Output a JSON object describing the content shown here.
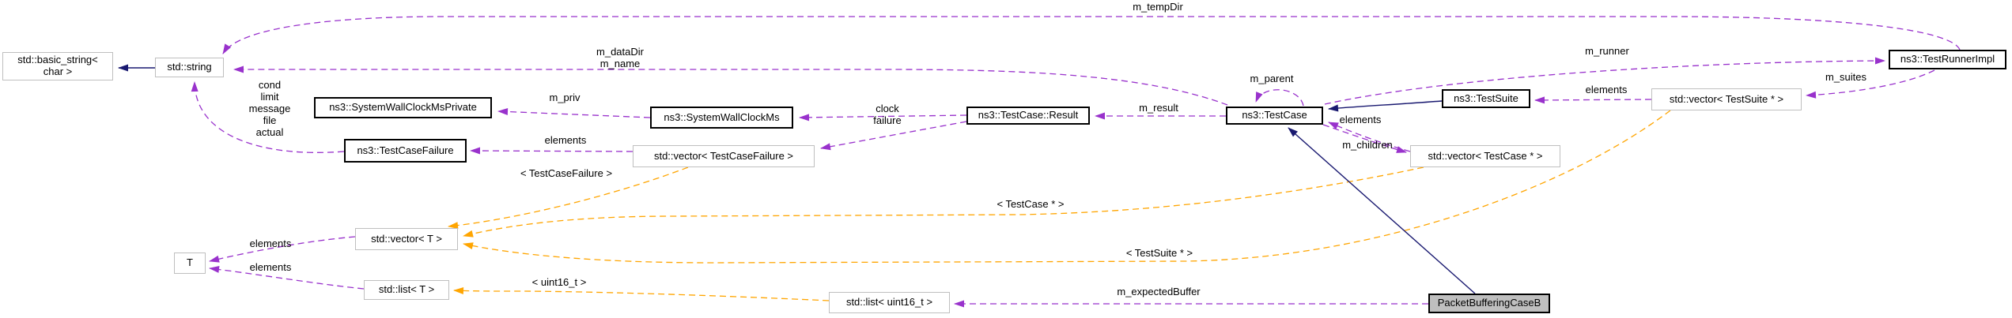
{
  "diagram": {
    "type": "doxygen-collaboration-graph",
    "focus_class": "PacketBufferingCaseB",
    "colors": {
      "inheritance_edge": "#191970",
      "usage_edge": "#9932cc",
      "template_edge": "#ffa500",
      "node_fill": "#ffffff",
      "plain_node_border": "#bfbfbf",
      "linked_node_border": "#000000",
      "focus_node_fill": "#bfbfbf",
      "text": "#000000",
      "background": "#ffffff"
    },
    "nodes": [
      {
        "label": "std::basic_string<\nchar >"
      },
      {
        "label": "std::string"
      },
      {
        "label": "ns3::SystemWallClockMsPrivate"
      },
      {
        "label": "ns3::SystemWallClockMs"
      },
      {
        "label": "ns3::TestCase::Result"
      },
      {
        "label": "ns3::TestCase"
      },
      {
        "label": "ns3::TestSuite"
      },
      {
        "label": "std::vector< TestSuite * >"
      },
      {
        "label": "ns3::TestRunnerImpl"
      },
      {
        "label": "ns3::TestCaseFailure"
      },
      {
        "label": "std::vector< TestCaseFailure >"
      },
      {
        "label": "std::vector< TestCase * >"
      },
      {
        "label": "std::vector< T >"
      },
      {
        "label": "T"
      },
      {
        "label": "std::list< T >"
      },
      {
        "label": "std::list< uint16_t >"
      },
      {
        "label": "PacketBufferingCaseB"
      }
    ],
    "edge_labels": [
      {
        "text": "m_tempDir"
      },
      {
        "text": "m_dataDir\nm_name"
      },
      {
        "text": "cond\nlimit\nmessage\nfile\nactual"
      },
      {
        "text": "m_priv"
      },
      {
        "text": "clock\nfailure"
      },
      {
        "text": "m_result"
      },
      {
        "text": "m_parent"
      },
      {
        "text": "elements"
      },
      {
        "text": "m_children"
      },
      {
        "text": "elements"
      },
      {
        "text": "m_runner"
      },
      {
        "text": "m_suites"
      },
      {
        "text": "elements"
      },
      {
        "text": "elements"
      },
      {
        "text": "elements"
      },
      {
        "text": "< TestCaseFailure >"
      },
      {
        "text": "< TestCase * >"
      },
      {
        "text": "< TestSuite * >"
      },
      {
        "text": "< uint16_t >"
      },
      {
        "text": "m_expectedBuffer"
      }
    ]
  }
}
